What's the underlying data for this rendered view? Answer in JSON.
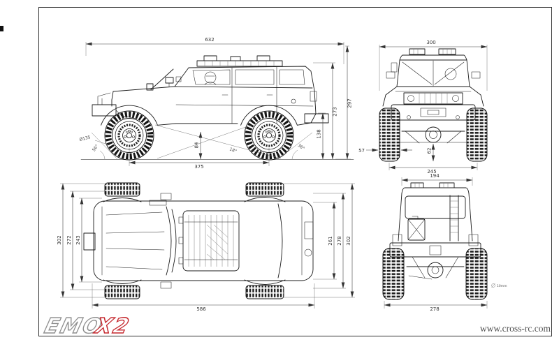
{
  "logo": {
    "emo": "EMO",
    "x2": "X2"
  },
  "footer": {
    "website": "www.cross-rc.com"
  },
  "colors": {
    "line": "#1b1b1b",
    "dimension": "#3f3f3f",
    "logo_gray": "#8f8f8f",
    "logo_red": "#c5272d"
  },
  "views": {
    "side": {
      "dims": {
        "overall_length": "632",
        "overall_height": "297",
        "body_height": "273",
        "rear_height": "138",
        "ground_clearance": "84",
        "wheelbase": "375",
        "tire_diameter": "Ø135",
        "approach_angle": "56°",
        "breakover_angle": "18°",
        "departure_angle": "36°"
      }
    },
    "front": {
      "dims": {
        "overall_width": "300",
        "tire_width": "57",
        "axle_clearance": "62",
        "track": "245"
      }
    },
    "top": {
      "dims": {
        "width_outer_left": "302",
        "width_mid_left": "272",
        "width_inner_left": "243",
        "width_inner_right": "261",
        "width_mid_right": "278",
        "width_outer_right": "302",
        "length": "586"
      }
    },
    "rear": {
      "dims": {
        "roof_width": "194",
        "overall_width": "278",
        "note": "10mm"
      }
    }
  }
}
